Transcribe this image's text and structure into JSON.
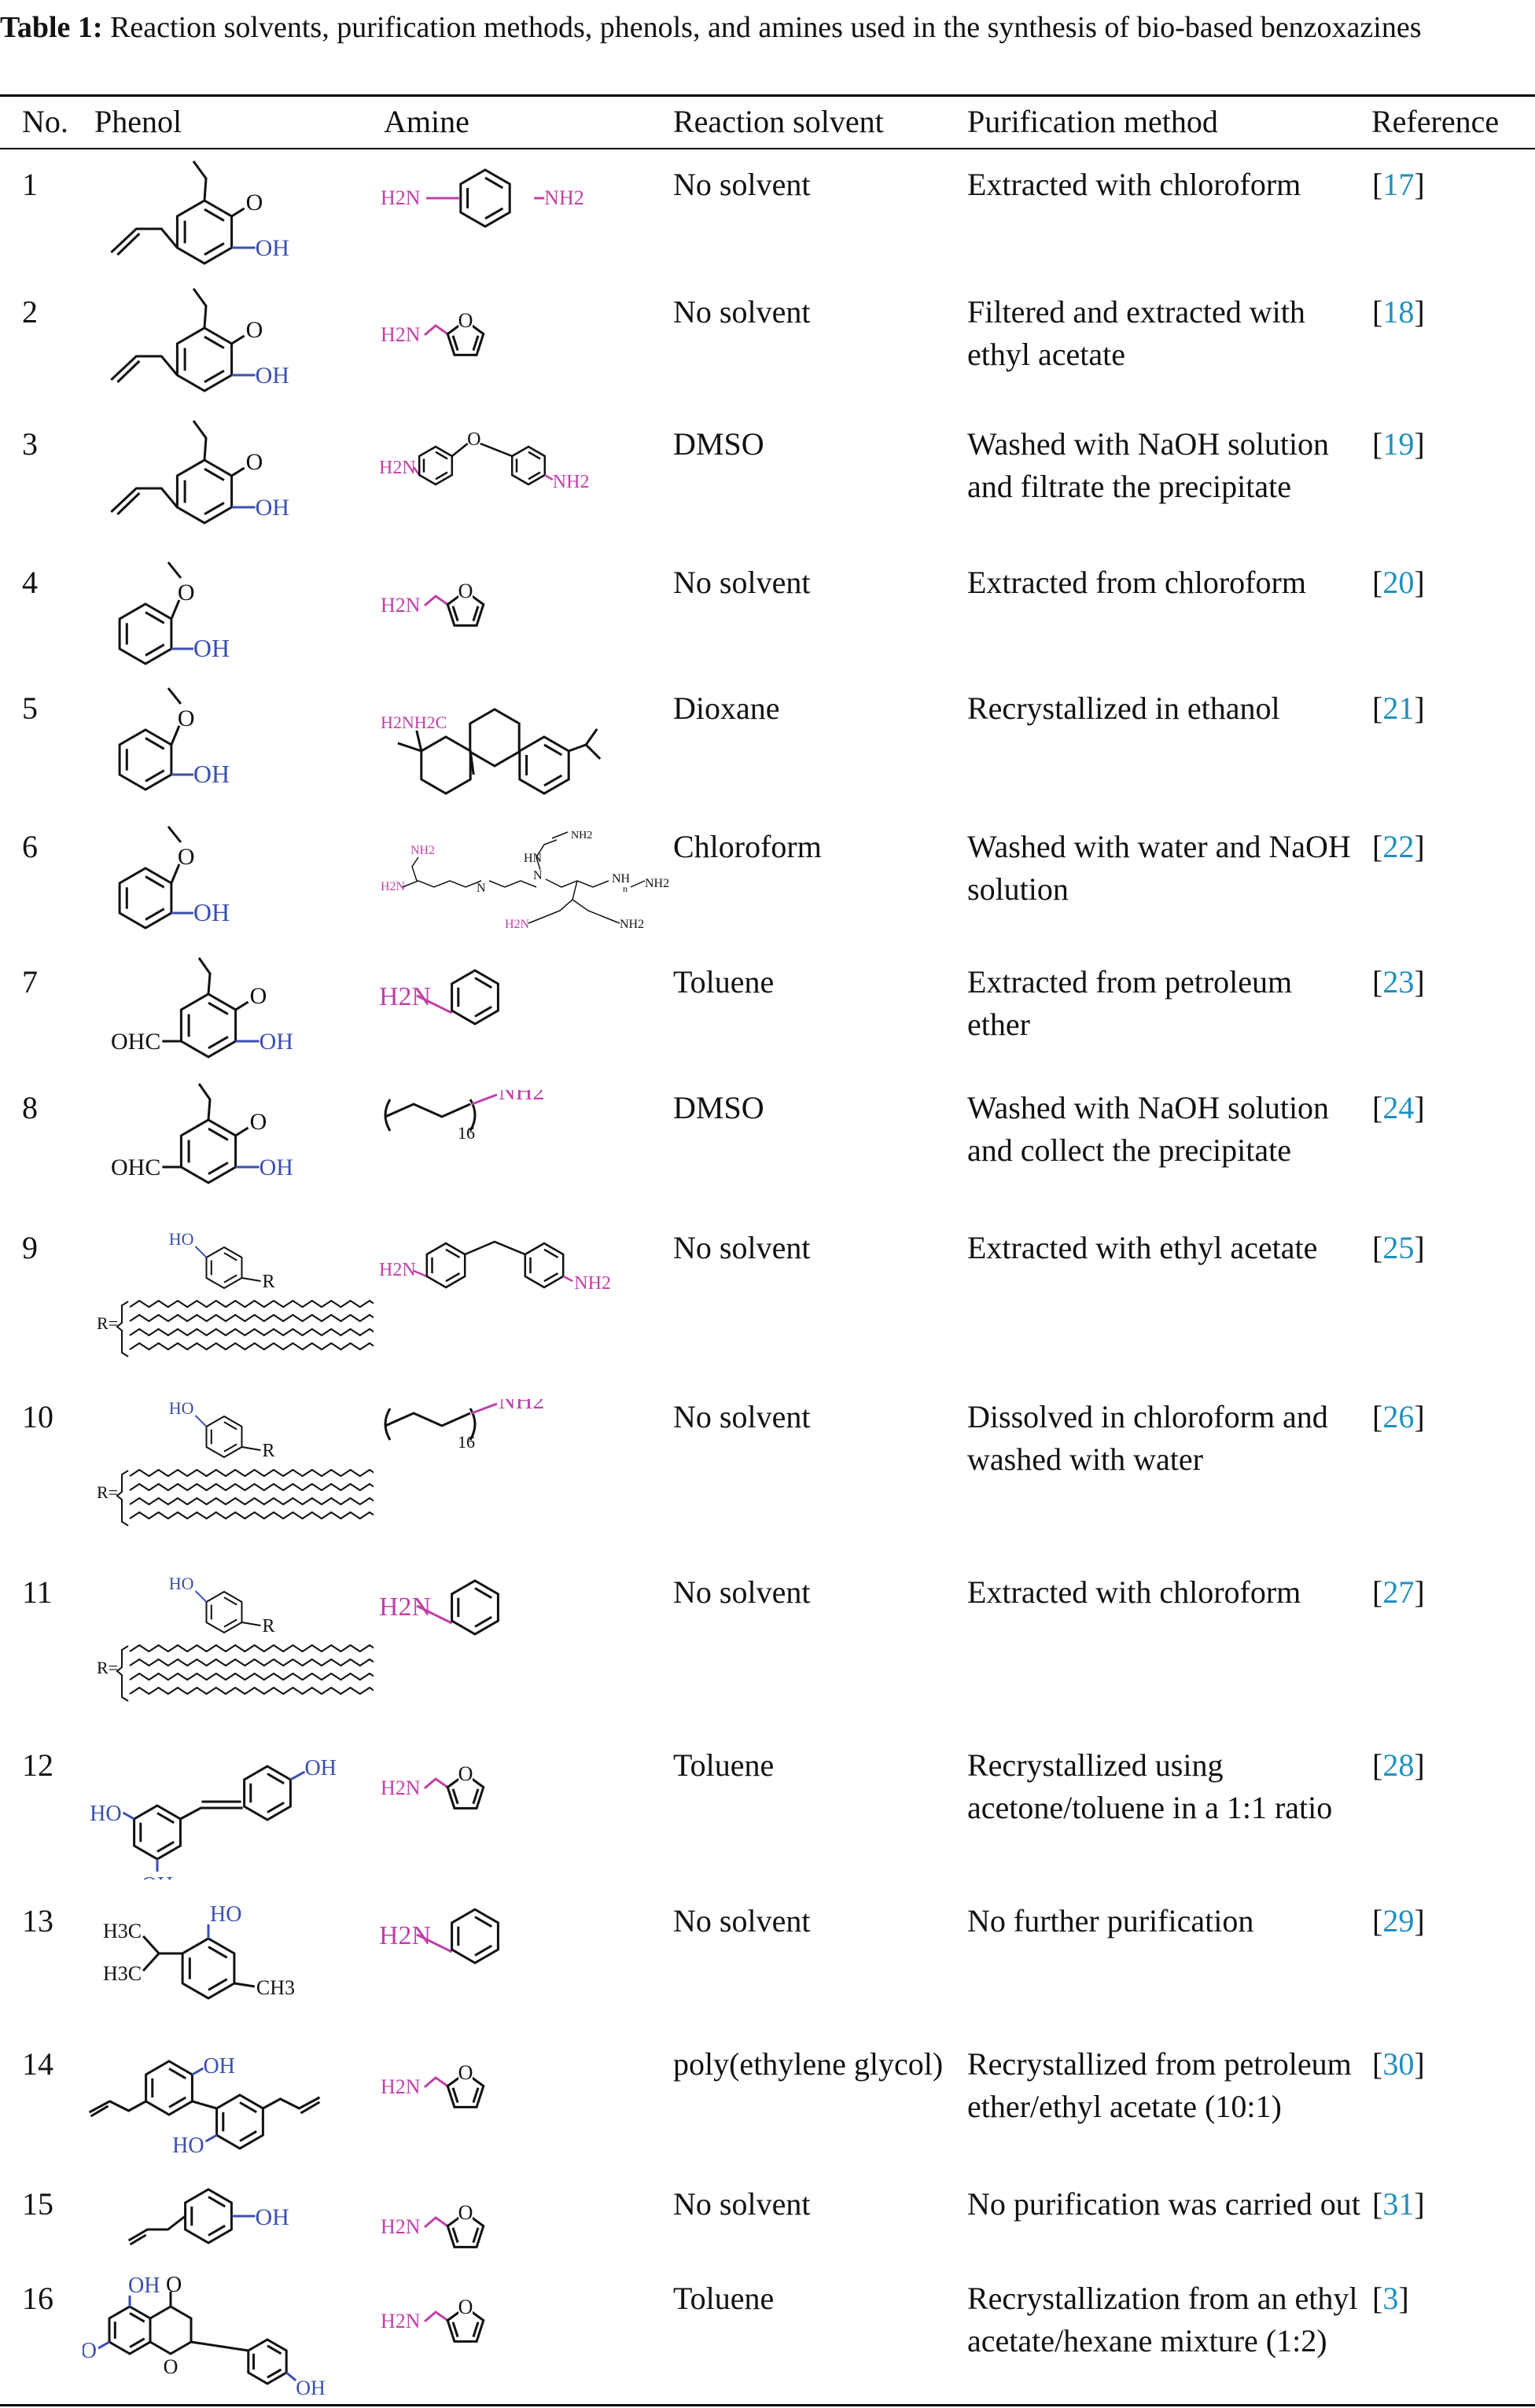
{
  "caption": {
    "label": "Table 1:",
    "text": " Reaction solvents, purification methods, phenols, and amines used in the synthesis of bio-based benzoxazines"
  },
  "columns": [
    "No.",
    "Phenol",
    "Amine",
    "Reaction solvent",
    "Purification method",
    "Reference"
  ],
  "colors": {
    "phenol_label": "#3a4fb0",
    "amine_label": "#c040a8",
    "reference": "#1f8fbf"
  },
  "rows": [
    {
      "no": "1",
      "phenol": "eugenol",
      "amine": "p-phenylenediamine",
      "solvent": "No solvent",
      "purification": "Extracted with chloroform",
      "ref": "17"
    },
    {
      "no": "2",
      "phenol": "eugenol",
      "amine": "furfurylamine",
      "solvent": "No solvent",
      "purification": "Filtered and extracted with ethyl acetate",
      "ref": "18"
    },
    {
      "no": "3",
      "phenol": "eugenol",
      "amine": "4,4'-oxydianiline",
      "solvent": "DMSO",
      "purification": "Washed with NaOH solution and filtrate the precipitate",
      "ref": "19"
    },
    {
      "no": "4",
      "phenol": "guaiacol",
      "amine": "furfurylamine",
      "solvent": "No solvent",
      "purification": "Extracted from chloroform",
      "ref": "20"
    },
    {
      "no": "5",
      "phenol": "guaiacol",
      "amine": "dehydroabietylamine",
      "solvent": "Dioxane",
      "purification": "Recrystallized in ethanol",
      "ref": "21"
    },
    {
      "no": "6",
      "phenol": "guaiacol",
      "amine": "polyamine",
      "solvent": "Chloroform",
      "purification": "Washed with water and NaOH solution",
      "ref": "22"
    },
    {
      "no": "7",
      "phenol": "vanillin",
      "amine": "aniline",
      "solvent": "Toluene",
      "purification": "Extracted from petroleum ether",
      "ref": "23"
    },
    {
      "no": "8",
      "phenol": "vanillin",
      "amine": "stearylamine",
      "solvent": "DMSO",
      "purification": "Washed with NaOH solution and collect the precipitate",
      "ref": "24"
    },
    {
      "no": "9",
      "phenol": "cardanol",
      "amine": "4,4'-diaminodiphenylmethane",
      "solvent": "No solvent",
      "purification": "Extracted with ethyl acetate",
      "ref": "25"
    },
    {
      "no": "10",
      "phenol": "cardanol",
      "amine": "stearylamine",
      "solvent": "No solvent",
      "purification": "Dissolved in chloroform and washed with water",
      "ref": "26"
    },
    {
      "no": "11",
      "phenol": "cardanol",
      "amine": "aniline",
      "solvent": "No solvent",
      "purification": "Extracted with chloroform",
      "ref": "27"
    },
    {
      "no": "12",
      "phenol": "resveratrol",
      "amine": "furfurylamine",
      "solvent": "Toluene",
      "purification": "Recrystallized using acetone/toluene in a 1:1 ratio",
      "ref": "28"
    },
    {
      "no": "13",
      "phenol": "thymol",
      "amine": "aniline",
      "solvent": "No solvent",
      "purification": "No further purification",
      "ref": "29"
    },
    {
      "no": "14",
      "phenol": "honokiol",
      "amine": "furfurylamine",
      "solvent": "poly(ethylene glycol)",
      "purification": "Recrystallized from petroleum ether/ethyl acetate (10:1)",
      "ref": "30"
    },
    {
      "no": "15",
      "phenol": "chavicol",
      "amine": "furfurylamine",
      "solvent": "No solvent",
      "purification": "No purification was carried out",
      "ref": "31"
    },
    {
      "no": "16",
      "phenol": "apigenin",
      "amine": "furfurylamine",
      "solvent": "Toluene",
      "purification": "Recrystallization from an ethyl acetate/hexane mixture (1:2)",
      "ref": "3"
    }
  ],
  "chem_labels": {
    "oh": "OH",
    "ho": "HO",
    "o": "O",
    "ohc": "OHC",
    "h2n": "H2N",
    "nh2": "NH2",
    "h2nh2c": "H2NH2C",
    "sub16": "16",
    "r": "R",
    "r_eq": "R=",
    "ch3": "CH3",
    "h3c": "H3C",
    "n": "N",
    "hn": "HN",
    "nh": "NH",
    "n_sub": "n"
  }
}
